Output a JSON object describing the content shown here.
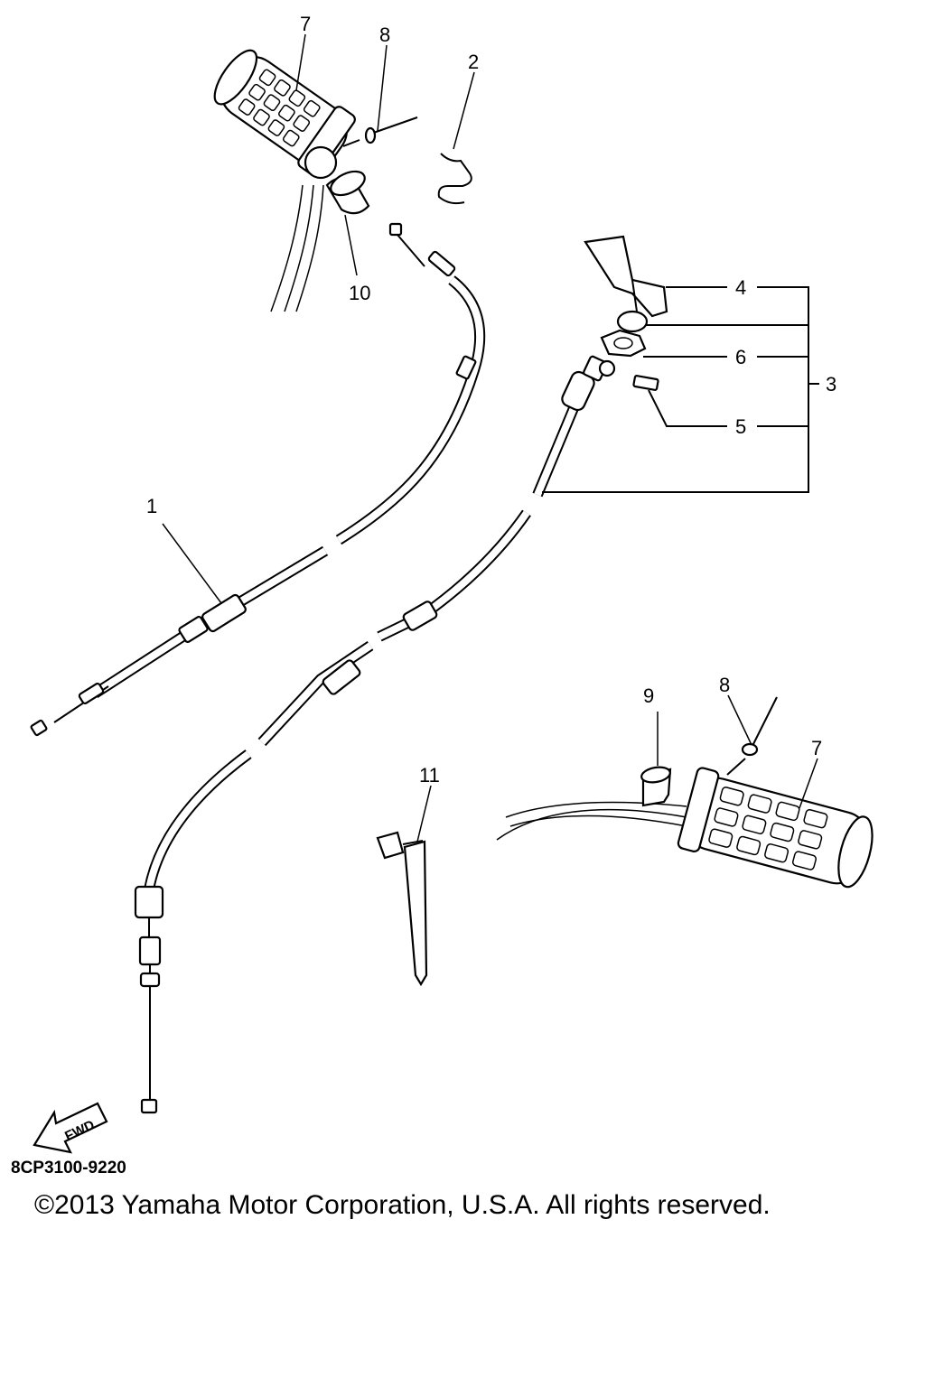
{
  "diagram": {
    "code": "8CP3100-9220",
    "copyright": "©2013 Yamaha Motor Corporation, U.S.A. All rights reserved.",
    "fwd_label": "FWD",
    "callouts": {
      "c1": "1",
      "c2": "2",
      "c3": "3",
      "c4": "4",
      "c5": "5",
      "c6": "6",
      "c7_top": "7",
      "c7_bottom": "7",
      "c8_top": "8",
      "c8_bottom": "8",
      "c9": "9",
      "c10": "10",
      "c11": "11"
    }
  }
}
